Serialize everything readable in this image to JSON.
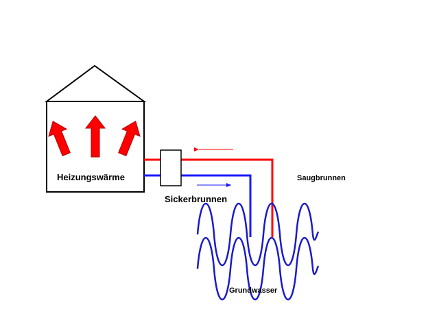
{
  "labels": {
    "house": "Heizungswärme",
    "sicker": "Sickerbrunnen",
    "saug": "Saugbrunnen",
    "ground": "Grundwasser"
  },
  "colors": {
    "warm_pipe": "#ff0000",
    "cold_pipe": "#1a1aff",
    "heat_arrow": "#ff0000",
    "groundwater_wave": "#1a1acc",
    "outline": "#000000"
  },
  "icons": {
    "house": "house-outline",
    "heat": "upward-heat-arrow",
    "exchanger": "heat-exchanger-box",
    "flow_warm": "left-arrow",
    "flow_cold": "right-arrow",
    "water": "wave"
  }
}
